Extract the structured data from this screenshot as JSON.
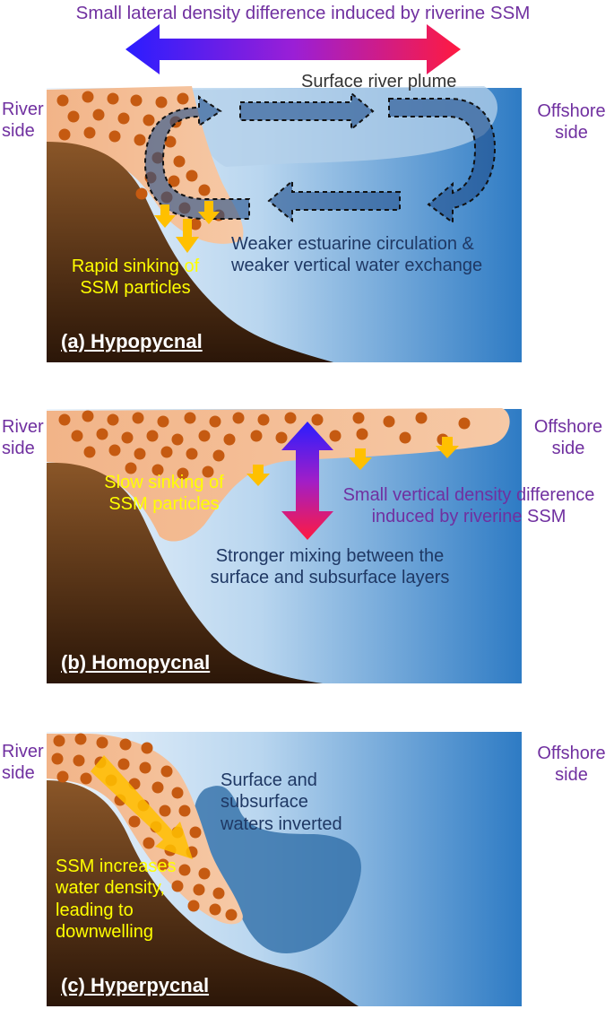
{
  "colors": {
    "water_light": "#e6f0fa",
    "water_deep": "#2e7bc4",
    "sediment": "#f2b488",
    "sediment_dot": "#c55a11",
    "seabed_top": "#8a5628",
    "seabed_bottom": "#2b1608",
    "arrow_left": "#2a1dff",
    "arrow_right": "#ff1a40",
    "sink_arrow": "#ffc000",
    "label_purple": "#7030a0",
    "label_navy": "#1f3864",
    "label_yellow": "#ffff00"
  },
  "top_title": "Small lateral density difference induced by riverine SSM",
  "panels": [
    {
      "id": "a",
      "title": "(a) Hypopycnal",
      "river_side": [
        "River",
        "side"
      ],
      "offshore_side": [
        "Offshore",
        "side"
      ],
      "plume_label": "Surface river plume",
      "circulation_label": [
        "Weaker estuarine circulation &",
        "weaker vertical water exchange"
      ],
      "sinking_label": [
        "Rapid sinking of",
        "SSM particles"
      ]
    },
    {
      "id": "b",
      "title": "(b) Homopycnal",
      "river_side": [
        "River",
        "side"
      ],
      "offshore_side": [
        "Offshore",
        "side"
      ],
      "sinking_label": [
        "Slow sinking of",
        "SSM particles"
      ],
      "vertical_density_label": [
        "Small vertical density difference",
        "induced by riverine SSM"
      ],
      "mixing_label": [
        "Stronger mixing between the",
        "surface and subsurface layers"
      ]
    },
    {
      "id": "c",
      "title": "(c) Hyperpycnal",
      "river_side": [
        "River",
        "side"
      ],
      "offshore_side": [
        "Offshore",
        "side"
      ],
      "inverted_label": [
        "Surface and",
        "subsurface",
        "waters inverted"
      ],
      "downwelling_label": [
        "SSM  increases",
        "water density,",
        "leading to",
        "downwelling"
      ]
    }
  ]
}
